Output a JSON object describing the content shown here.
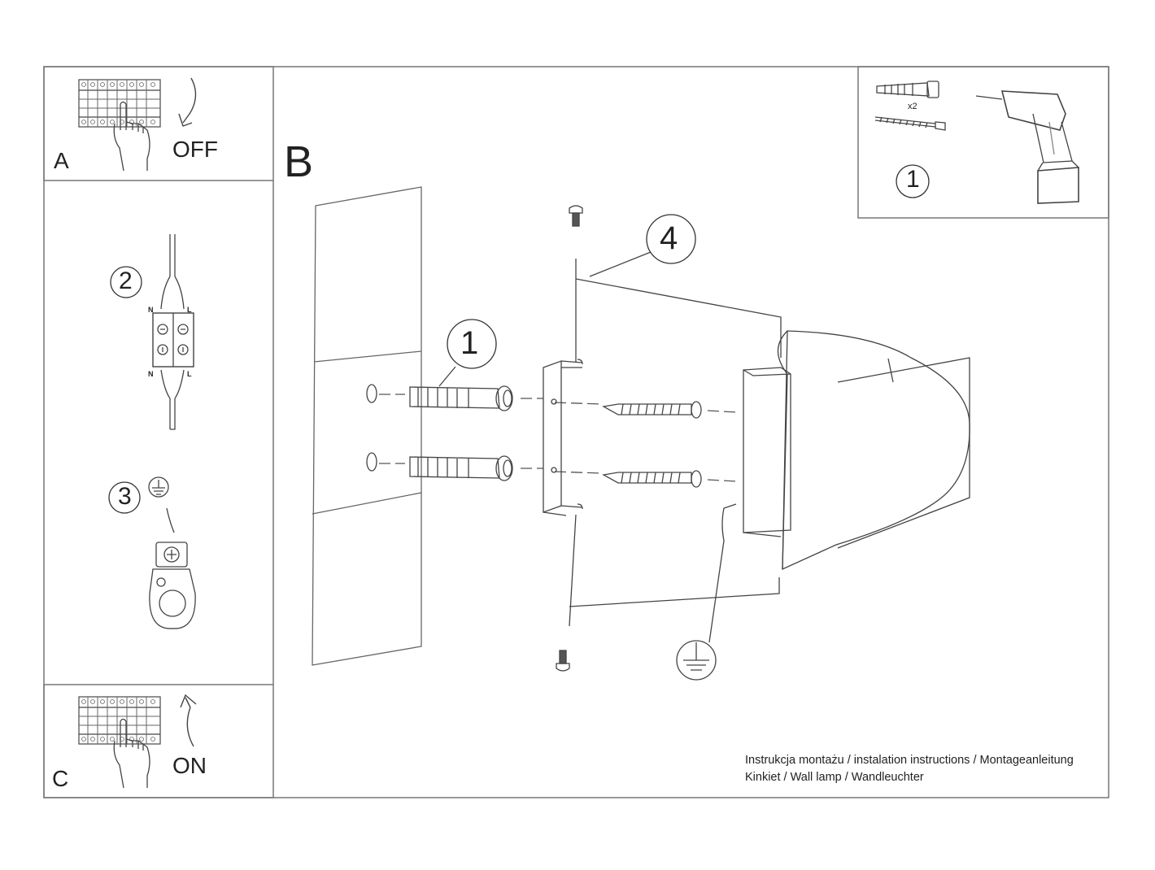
{
  "panel_a": {
    "letter": "A",
    "action": "OFF"
  },
  "panel_c": {
    "letter": "C",
    "action": "ON"
  },
  "main_panel": {
    "letter": "B"
  },
  "tools_panel": {
    "step": "1",
    "quantity": "x2"
  },
  "steps": {
    "wiring": "2",
    "ground": "3",
    "anchors": "1",
    "lamp_body": "4"
  },
  "wire_labels": {
    "neutral": "N",
    "live": "L"
  },
  "footer": {
    "line1": "Instrukcja montażu / instalation instructions / Montageanleitung",
    "line2": "Kinkiet / Wall lamp / Wandleuchter"
  }
}
